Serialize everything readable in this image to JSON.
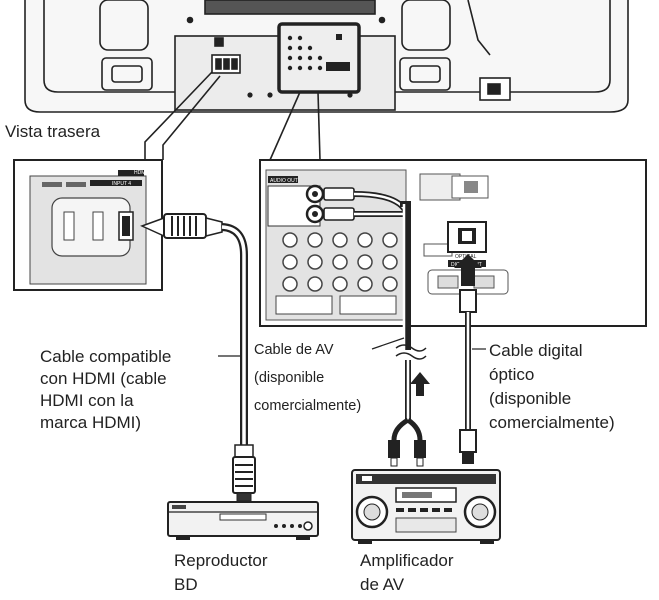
{
  "labels": {
    "rear_view": "Vista trasera",
    "hdmi_cable": [
      "Cable compatible",
      "con HDMI (cable",
      "HDMI con la",
      "marca HDMI)"
    ],
    "av_cable": [
      "Cable de AV",
      "(disponible",
      "comercialmente)"
    ],
    "optical_cable": [
      "Cable digital",
      "óptico",
      "(disponible",
      "comercialmente)"
    ],
    "bd_player": [
      "Reproductor",
      "BD"
    ],
    "av_amplifier": [
      "Amplificador",
      "de AV"
    ]
  },
  "panel_text": {
    "hdmi_badge": "HDMI",
    "input_label": "INPUT 4",
    "audio_out": "AUDIO OUT",
    "optical_label": "OPTICAL",
    "digital_out": "DIGITAL OUT"
  },
  "colors": {
    "line": "#222222",
    "panel_fill": "#e6e6e6",
    "inner_fill": "#f4f4f4",
    "dark": "#333333"
  }
}
